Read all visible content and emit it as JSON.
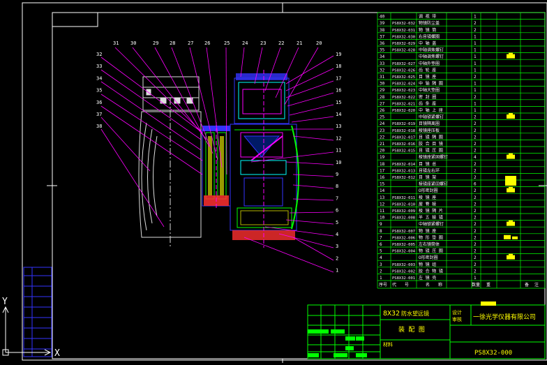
{
  "drawing": {
    "title_line1": "8X32",
    "title_line2": "防水望远镜",
    "sheet_title": "装 配 图",
    "company": "一徐光学仪器有限公司",
    "drawing_no": "PS8X32-000",
    "material_label": "材料",
    "dept_labels": [
      "设计",
      "审核"
    ],
    "axis_x": "X",
    "axis_y": "Y",
    "bom_headers": [
      "序号",
      "代",
      "号",
      "名",
      "称",
      "数量",
      "重",
      "备",
      "注"
    ]
  },
  "callouts_top": [
    "31",
    "30",
    "29",
    "28",
    "27",
    "26",
    "25",
    "24",
    "23",
    "22",
    "21",
    "20"
  ],
  "callouts_left": [
    "32",
    "33",
    "34",
    "35",
    "36",
    "37",
    "38"
  ],
  "callouts_right": [
    "19",
    "18",
    "17",
    "16",
    "15",
    "14",
    "13",
    "12",
    "11",
    "10",
    "9",
    "8",
    "7",
    "6",
    "5",
    "4",
    "3",
    "2",
    "1"
  ],
  "bom_rows": [
    {
      "no": "40",
      "code": "",
      "name": "调 视 带",
      "qty": "1",
      "mark": ""
    },
    {
      "no": "39",
      "code": "PS8X32-032",
      "name": "物镜防尘盖",
      "qty": "2",
      "mark": ""
    },
    {
      "no": "38",
      "code": "PS8X32-031",
      "name": "物 镜 筒",
      "qty": "2",
      "mark": ""
    },
    {
      "no": "37",
      "code": "PS8X32-030",
      "name": "右目镜螺圈",
      "qty": "1",
      "mark": ""
    },
    {
      "no": "36",
      "code": "PS8X32-029",
      "name": "中 轴 盖",
      "qty": "1",
      "mark": ""
    },
    {
      "no": "35",
      "code": "PS8X32-028",
      "name": "中轴调焦螺钉",
      "qty": "1",
      "mark": ""
    },
    {
      "no": "34",
      "code": "",
      "name": "中轴调焦螺钉",
      "qty": "1",
      "mark": "blk"
    },
    {
      "no": "33",
      "code": "PS8X32-027",
      "name": "中轴外垫圈",
      "qty": "1",
      "mark": ""
    },
    {
      "no": "32",
      "code": "PS8X32-026",
      "name": "齿 轮 座",
      "qty": "1",
      "mark": ""
    },
    {
      "no": "31",
      "code": "PS8X32-025",
      "name": "目 镜 座",
      "qty": "2",
      "mark": ""
    },
    {
      "no": "30",
      "code": "PS8X32-024",
      "name": "中 轴 隔 圈",
      "qty": "1",
      "mark": ""
    },
    {
      "no": "29",
      "code": "PS8X32-023",
      "name": "中轴大垫圈",
      "qty": "1",
      "mark": ""
    },
    {
      "no": "28",
      "code": "PS8X32-022",
      "name": "密 封 圈",
      "qty": "2",
      "mark": ""
    },
    {
      "no": "27",
      "code": "PS8X32-021",
      "name": "齿 条 座",
      "qty": "1",
      "mark": ""
    },
    {
      "no": "26",
      "code": "PS8X32-020",
      "name": "中 轴 上 座",
      "qty": "1",
      "mark": ""
    },
    {
      "no": "25",
      "code": "",
      "name": "中轴锁紧螺钉",
      "qty": "2",
      "mark": "blk"
    },
    {
      "no": "24",
      "code": "PS8X32-019",
      "name": "目镜隔离圈",
      "qty": "2",
      "mark": ""
    },
    {
      "no": "23",
      "code": "PS8X32-018",
      "name": "棱镜座压板",
      "qty": "2",
      "mark": ""
    },
    {
      "no": "22",
      "code": "PS8X32-017",
      "name": "目 镜 隔 圈",
      "qty": "2",
      "mark": ""
    },
    {
      "no": "21",
      "code": "PS8X32-016",
      "name": "胶 合 目 镜",
      "qty": "2",
      "mark": ""
    },
    {
      "no": "20",
      "code": "PS8X32-015",
      "name": "目 镜 压 圈",
      "qty": "2",
      "mark": ""
    },
    {
      "no": "19",
      "code": "",
      "name": "棱镜座紧固螺钉",
      "qty": "4",
      "mark": "blk"
    },
    {
      "no": "18",
      "code": "PS8X32-014",
      "name": "目 镜 总",
      "qty": "2",
      "mark": ""
    },
    {
      "no": "17",
      "code": "PS8X32-013",
      "name": "目镜左右环",
      "qty": "2",
      "mark": ""
    },
    {
      "no": "16",
      "code": "PS8X32-012",
      "name": "目 镜 架",
      "qty": "2",
      "mark": ""
    },
    {
      "no": "15",
      "code": "",
      "name": "棱镜座紧固螺钉",
      "qty": "6",
      "mark": "blk2"
    },
    {
      "no": "14",
      "code": "",
      "name": "O形密封圈",
      "qty": "2",
      "mark": "blk"
    },
    {
      "no": "13",
      "code": "PS8X32-011",
      "name": "棱 镜 座",
      "qty": "2",
      "mark": ""
    },
    {
      "no": "12",
      "code": "PS8X32-010",
      "name": "屋 脊 棱",
      "qty": "2",
      "mark": ""
    },
    {
      "no": "11",
      "code": "PS8X32-009",
      "name": "棱 镜 隔 片",
      "qty": "2",
      "mark": ""
    },
    {
      "no": "10",
      "code": "PS8X32-008",
      "name": "半 五 棱 镜",
      "qty": "2",
      "mark": ""
    },
    {
      "no": "9",
      "code": "",
      "name": "中轴锁紧螺钉",
      "qty": "2",
      "mark": "blk"
    },
    {
      "no": "8",
      "code": "PS8X32-007",
      "name": "物 镜 座",
      "qty": "2",
      "mark": ""
    },
    {
      "no": "7",
      "code": "PS8X32-006",
      "name": "物 形 垫 圈",
      "qty": "2",
      "mark": "blk3"
    },
    {
      "no": "6",
      "code": "PS8X32-005",
      "name": "左右镜筒体",
      "qty": "2",
      "mark": ""
    },
    {
      "no": "5",
      "code": "PS8X32-004",
      "name": "物 镜 压 圈",
      "qty": "2",
      "mark": ""
    },
    {
      "no": "4",
      "code": "",
      "name": "O形密封圈",
      "qty": "2",
      "mark": "blk"
    },
    {
      "no": "3",
      "code": "PS8X32-003",
      "name": "物 镜 组",
      "qty": "2",
      "mark": ""
    },
    {
      "no": "2",
      "code": "PS8X32-002",
      "name": "胶 合 物 镜",
      "qty": "2",
      "mark": ""
    },
    {
      "no": "1",
      "code": "PS8X32-001",
      "name": "左 镜 壳",
      "qty": "1",
      "mark": ""
    }
  ],
  "colors": {
    "background": "#000000",
    "table_lines": "#00ff00",
    "table_text": "#ffffff",
    "yellow": "#ffff00",
    "frame": "#ffffff",
    "blue": "#3333ff",
    "magenta": "#ff00ff",
    "red": "#ff3030",
    "cyan": "#00ffff"
  }
}
